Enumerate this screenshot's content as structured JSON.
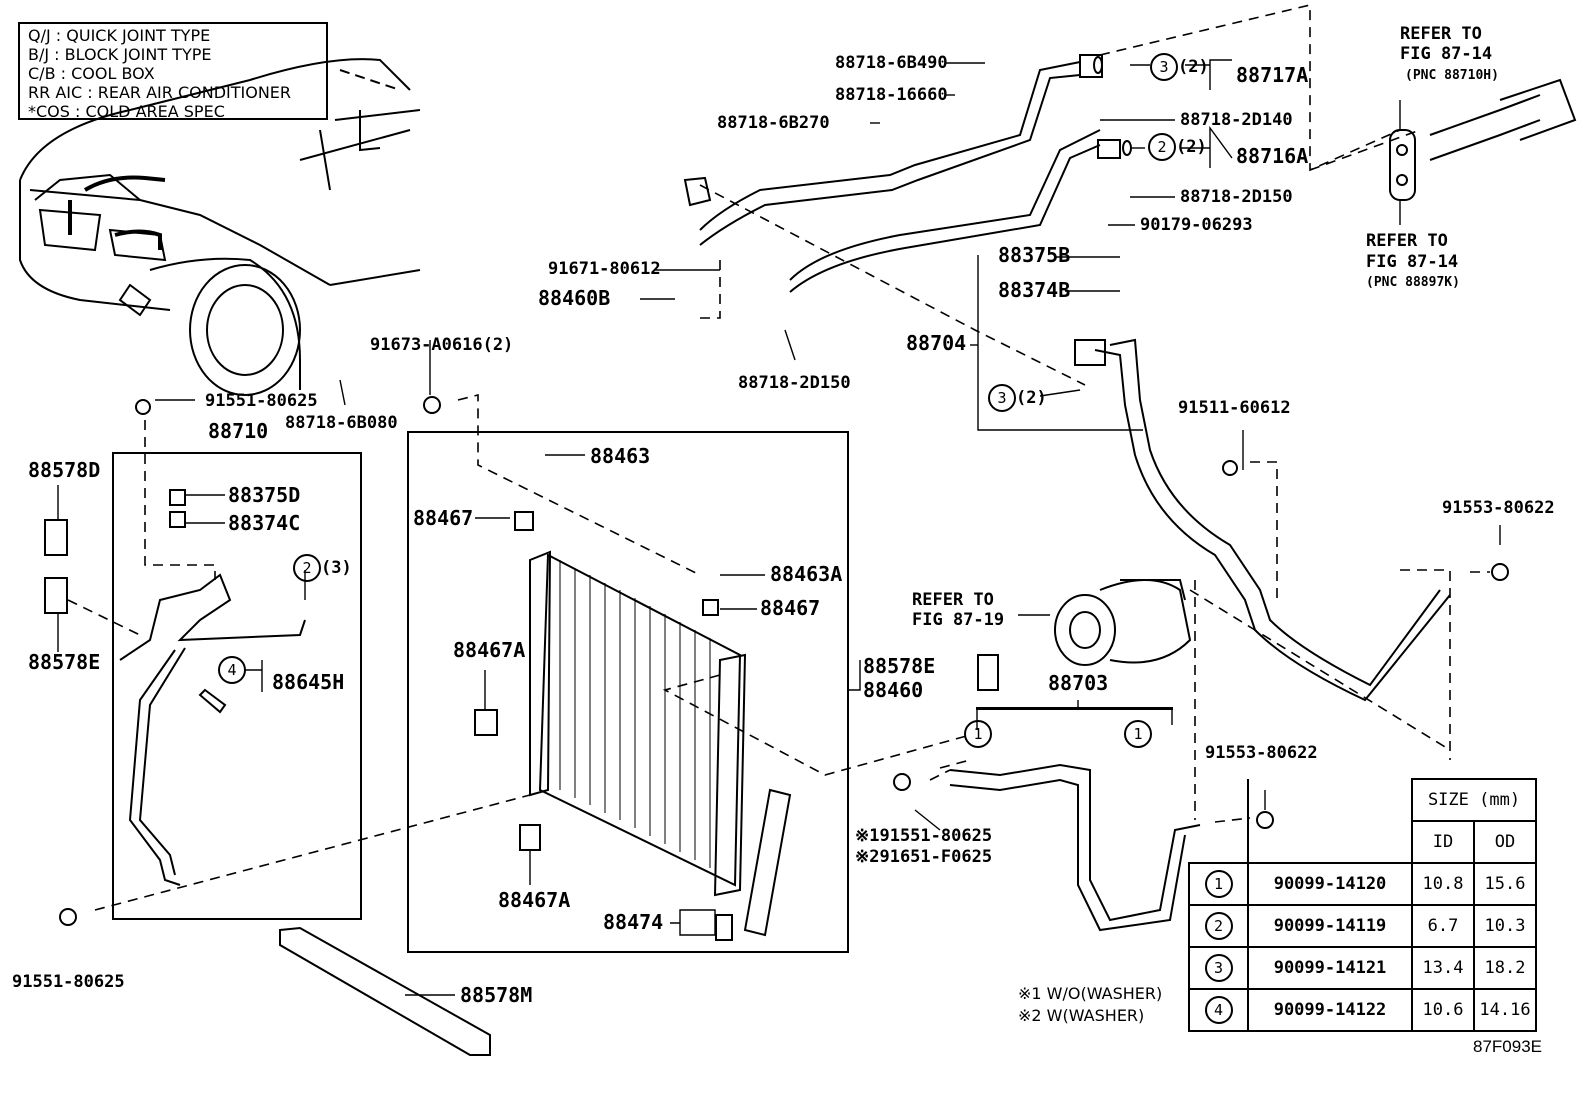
{
  "legend": [
    "Q/J  :  QUICK JOINT TYPE",
    "B/J  :  BLOCK JOINT TYPE",
    "C/B  :  COOL BOX",
    "RR AIC  :  REAR AIR CONDITIONER",
    "*COS  :  COLD AREA SPEC"
  ],
  "labels": {
    "p88718_6B490": "88718-6B490",
    "p88718_16660": "88718-16660",
    "p88718_6B270": "88718-6B270",
    "p88718_2D140": "88718-2D140",
    "p88718_2D150a": "88718-2D150",
    "p90179_06293": "90179-06293",
    "p88717A": "88717A",
    "p88716A": "88716A",
    "c3a": "3",
    "c3a_q": "(2)",
    "c2a": "2",
    "c2a_q": "(2)",
    "refer1": "REFER TO",
    "refer1b": "FIG 87-14",
    "refer1c": "(PNC 88710H)",
    "refer2": "REFER TO",
    "refer2b": "FIG 87-14",
    "refer2c": "(PNC 88897K)",
    "p91671_80612": "91671-80612",
    "p88460B": "88460B",
    "p88718_2D150b": "88718-2D150",
    "p88375B": "88375B",
    "p88374B": "88374B",
    "p88704": "88704",
    "c3b": "3",
    "c3b_q": "(2)",
    "p91673": "91673-A0616(2)",
    "p88718_6B080": "88718-6B080",
    "p91551_80625a": "91551-80625",
    "p88710": "88710",
    "p88578D": "88578D",
    "p88375D": "88375D",
    "p88374C": "88374C",
    "c2b": "2",
    "c2b_q": "(3)",
    "c4": "4",
    "p88645H": "88645H",
    "p88578E_left": "88578E",
    "p88463": "88463",
    "p88467a": "88467",
    "p88463A": "88463A",
    "p88467b": "88467",
    "p88467A_top": "88467A",
    "p88460": "88460",
    "p88467A_bot": "88467A",
    "p88474": "88474",
    "p88578M": "88578M",
    "p91551_80625b": "91551-80625",
    "p91511_60612": "91511-60612",
    "p91553_80622a": "91553-80622",
    "refer3": "REFER TO",
    "refer3b": "FIG 87-19",
    "p88578E_right": "88578E",
    "p88703": "88703",
    "c1a": "1",
    "c1b": "1",
    "p91553_80622b": "91553-80622",
    "note1": "※191551-80625",
    "note2": "※291651-F0625"
  },
  "size_table": {
    "header": "SIZE (mm)",
    "col_id": "ID",
    "col_od": "OD",
    "rows": [
      {
        "n": "1",
        "part": "90099-14120",
        "id": "10.8",
        "od": "15.6"
      },
      {
        "n": "2",
        "part": "90099-14119",
        "id": "6.7",
        "od": "10.3"
      },
      {
        "n": "3",
        "part": "90099-14121",
        "id": "13.4",
        "od": "18.2"
      },
      {
        "n": "4",
        "part": "90099-14122",
        "id": "10.6",
        "od": "14.16"
      }
    ]
  },
  "washer_notes": [
    "※1 W/O(WASHER)",
    "※2 W(WASHER)"
  ],
  "diagram_code": "87F093E"
}
